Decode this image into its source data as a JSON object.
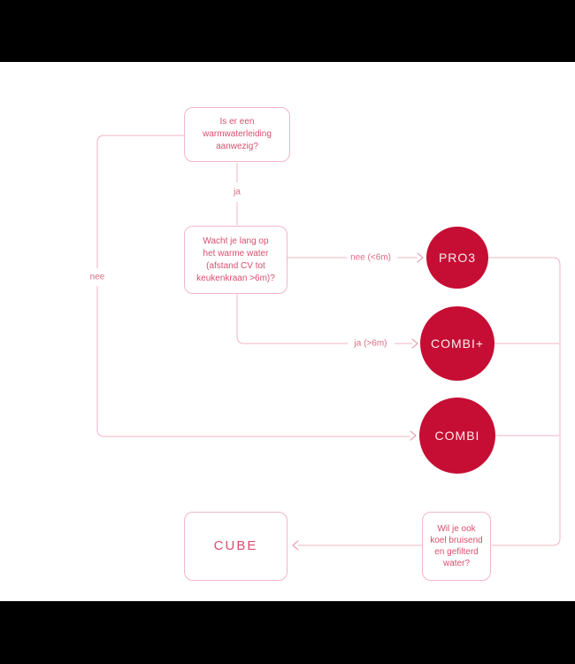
{
  "colors": {
    "background": "#ffffff",
    "letterbox": "#000000",
    "circle_fill": "#c60d33",
    "circle_text": "#f9edef",
    "question_text": "#d84f6e",
    "edge_label_text": "#dd6b84",
    "box_border": "#f2b7c5",
    "line": "#f0b4c3",
    "arrow": "#e08ba0"
  },
  "flowchart": {
    "questions": {
      "warmwater": "Is er een\nwarmwaterleiding\naanwezig?",
      "wachttijd": "Wacht je lang op\nhet warme water\n(afstand CV tot\nkeukenkraan >6m)?",
      "koelwater": "Wil je ook\nkoel bruisend\nen gefilterd\nwater?"
    },
    "products": {
      "pro3": "PRO3",
      "combi_plus": "COMBI+",
      "combi": "COMBI",
      "cube": "CUBE"
    },
    "edge_labels": {
      "ja": "ja",
      "nee": "nee",
      "nee_kort": "nee (<6m)",
      "ja_lang": "ja (>6m)"
    }
  }
}
